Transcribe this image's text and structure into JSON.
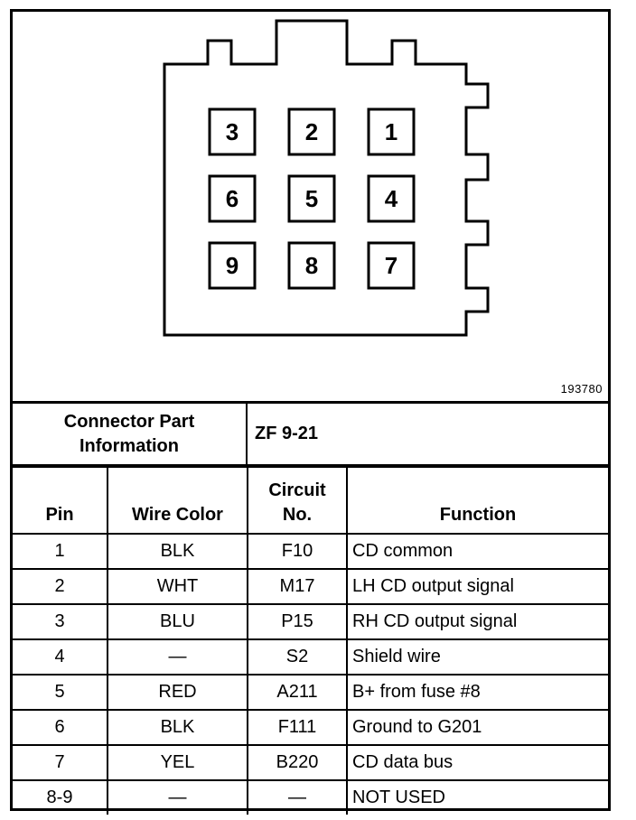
{
  "connector": {
    "pin_layout": [
      [
        "3",
        "2",
        "1"
      ],
      [
        "6",
        "5",
        "4"
      ],
      [
        "9",
        "8",
        "7"
      ]
    ],
    "reference_number": "193780"
  },
  "info": {
    "label": "Connector Part\nInformation",
    "value": "ZF 9-21"
  },
  "table": {
    "headers": {
      "pin": "Pin",
      "wire_color": "Wire Color",
      "circuit": "Circuit\nNo.",
      "function": "Function"
    },
    "rows": [
      {
        "pin": "1",
        "wire_color": "BLK",
        "circuit": "F10",
        "function": "CD common"
      },
      {
        "pin": "2",
        "wire_color": "WHT",
        "circuit": "M17",
        "function": "LH CD output signal"
      },
      {
        "pin": "3",
        "wire_color": "BLU",
        "circuit": "P15",
        "function": "RH CD output signal"
      },
      {
        "pin": "4",
        "wire_color": "—",
        "circuit": "S2",
        "function": "Shield wire"
      },
      {
        "pin": "5",
        "wire_color": "RED",
        "circuit": "A211",
        "function": "B+ from fuse #8"
      },
      {
        "pin": "6",
        "wire_color": "BLK",
        "circuit": "F111",
        "function": "Ground to G201"
      },
      {
        "pin": "7",
        "wire_color": "YEL",
        "circuit": "B220",
        "function": "CD data bus"
      },
      {
        "pin": "8-9",
        "wire_color": "—",
        "circuit": "—",
        "function": "NOT USED"
      }
    ]
  }
}
